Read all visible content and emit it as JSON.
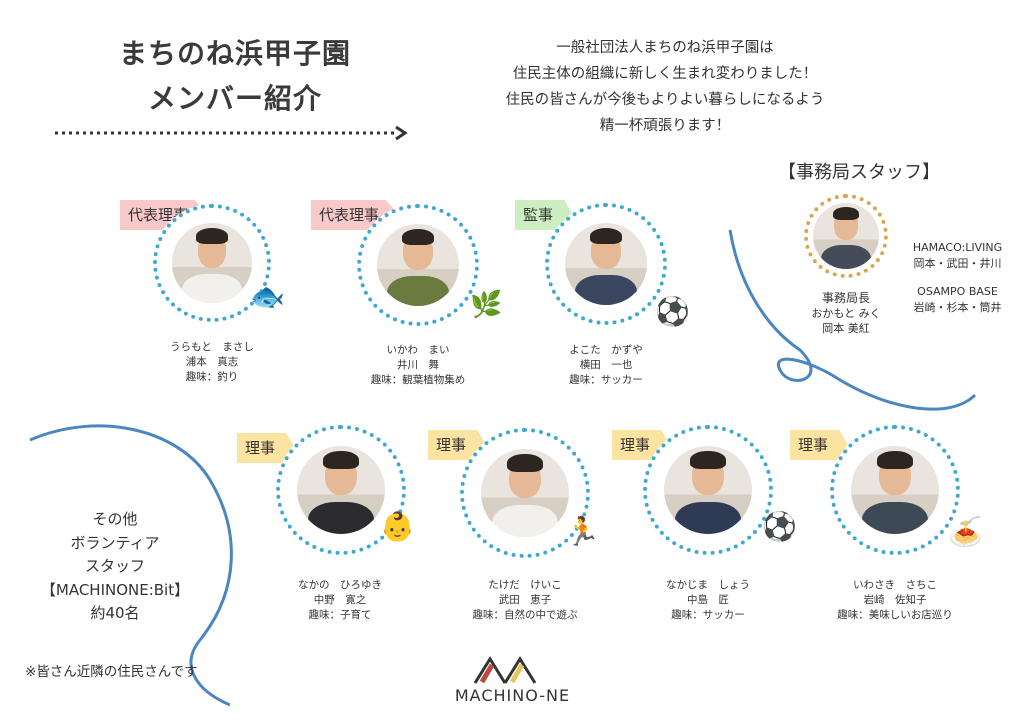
{
  "title": {
    "line1": "まちのね浜甲子園",
    "line2": "メンバー紹介"
  },
  "intro": [
    "一般社団法人まちのね浜甲子園は",
    "住民主体の組織に新しく生まれ変わりました！",
    "住民の皆さんが今後もよりよい暮らしになるよう",
    "精一杯頑張ります！"
  ],
  "top_members": [
    {
      "role": "代表理事",
      "kana": "うらもと　まさし",
      "name": "浦本　真志",
      "hobby": "趣味：釣り",
      "hobby_icon": "fish-icon"
    },
    {
      "role": "代表理事",
      "kana": "いかわ　まい",
      "name": "井川　舞",
      "hobby": "趣味：観葉植物集め",
      "hobby_icon": "leaf-icon"
    },
    {
      "role": "監事",
      "kana": "よこた　かずや",
      "name": "横田　一也",
      "hobby": "趣味：サッカー",
      "hobby_icon": "soccer-ball-icon"
    }
  ],
  "bottom_members": [
    {
      "role": "理事",
      "kana": "なかの　ひろゆき",
      "name": "中野　寛之",
      "hobby": "趣味：子育て",
      "hobby_icon": "parent-child-icon"
    },
    {
      "role": "理事",
      "kana": "たけだ　けいこ",
      "name": "武田　恵子",
      "hobby": "趣味：自然の中で遊ぶ",
      "hobby_icon": "running-icon"
    },
    {
      "role": "理事",
      "kana": "なかじま　しょう",
      "name": "中島　匠",
      "hobby": "趣味：サッカー",
      "hobby_icon": "soccer-ball-icon"
    },
    {
      "role": "理事",
      "kana": "いわさき　さちこ",
      "name": "岩崎　佐知子",
      "hobby": "趣味：美味しいお店巡り",
      "hobby_icon": "food-plate-icon"
    }
  ],
  "office": {
    "heading": "【事務局スタッフ】",
    "role": "事務局長",
    "kana": "おかもと みく",
    "name": "岡本 美紅",
    "groups": [
      {
        "name": "HAMACO:LIVING",
        "members": "岡本・武田・井川"
      },
      {
        "name": "OSAMPO BASE",
        "members": "岩崎・杉本・筒井"
      }
    ]
  },
  "volunteers": [
    "その他",
    "ボランティア",
    "スタッフ",
    "【MACHINONE:Bit】",
    "約40名"
  ],
  "footnote": "※皆さん近隣の住民さんです",
  "logo": {
    "text": "MACHINO-NE"
  },
  "colors": {
    "circle": "#3ea9cf",
    "curve": "#4a86c0",
    "office_circle": "#d9a650",
    "pink": "#f8c9c9",
    "green": "#cdeec0",
    "yellow": "#fbe3a2"
  }
}
